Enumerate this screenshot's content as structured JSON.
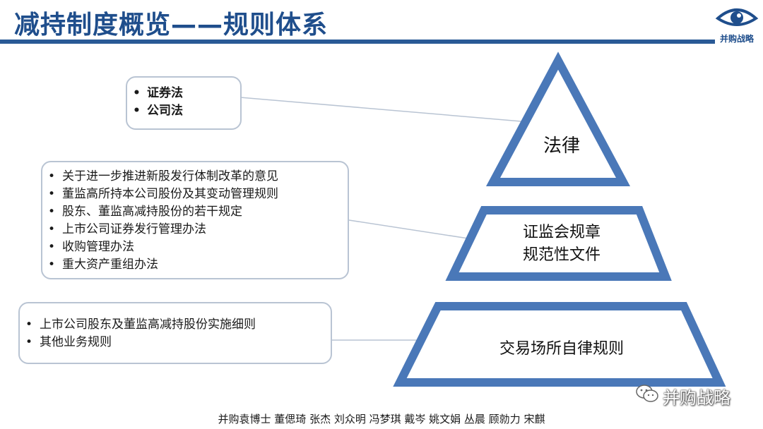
{
  "header": {
    "title": "减持制度概览——规则体系",
    "logo_text": "并购战略"
  },
  "pyramid": {
    "tiers": [
      {
        "label_lines": [
          "法律"
        ],
        "items": [
          "证券法",
          "公司法"
        ]
      },
      {
        "label_lines": [
          "证监会规章",
          "规范性文件"
        ],
        "items": [
          "关于进一步推进新股发行体制改革的意见",
          "董监高所持本公司股份及其变动管理规则",
          "股东、董监高减持股份的若干规定",
          "上市公司证券发行管理办法",
          "收购管理办法",
          "重大资产重组办法"
        ]
      },
      {
        "label_lines": [
          "交易场所自律规则"
        ],
        "items": [
          "上市公司股东及董监高减持股份实施细则",
          "其他业务规则"
        ]
      }
    ],
    "colors": {
      "stroke": "#4a78b8",
      "fill": "#ffffff",
      "connector": "#b9c4d3"
    }
  },
  "watermark": {
    "icon": "wechat-icon",
    "text": "并购战略"
  },
  "footer": {
    "text": "并购袁博士 董偲琦 张杰 刘众明 冯梦琪 戴岑 姚文娟  丛晨 顾勍力 宋麒"
  }
}
